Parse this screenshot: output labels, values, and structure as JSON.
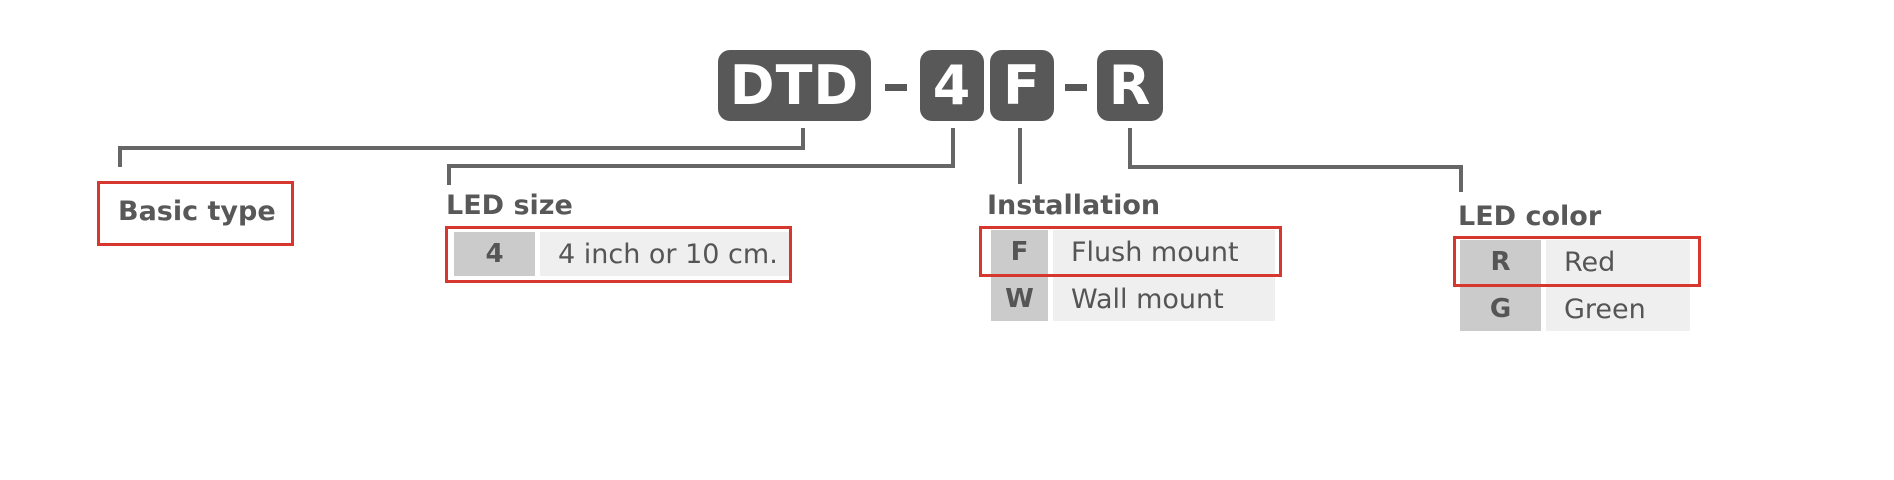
{
  "code": {
    "parts": [
      "DTD",
      "4",
      "F",
      "R"
    ],
    "separator": "-"
  },
  "basic_type": {
    "label": "Basic type"
  },
  "led_size": {
    "label": "LED size",
    "options": [
      {
        "key": "4",
        "desc": "4 inch or 10 cm."
      }
    ]
  },
  "installation": {
    "label": "Installation",
    "options": [
      {
        "key": "F",
        "desc": "Flush mount"
      },
      {
        "key": "W",
        "desc": "Wall mount"
      }
    ]
  },
  "led_color": {
    "label": "LED color",
    "options": [
      {
        "key": "R",
        "desc": "Red"
      },
      {
        "key": "G",
        "desc": "Green"
      }
    ]
  },
  "colors": {
    "box": "#585858",
    "key_bg": "#cbcbcb",
    "desc_bg": "#efefef",
    "highlight": "#d6372f",
    "line": "#666666"
  }
}
